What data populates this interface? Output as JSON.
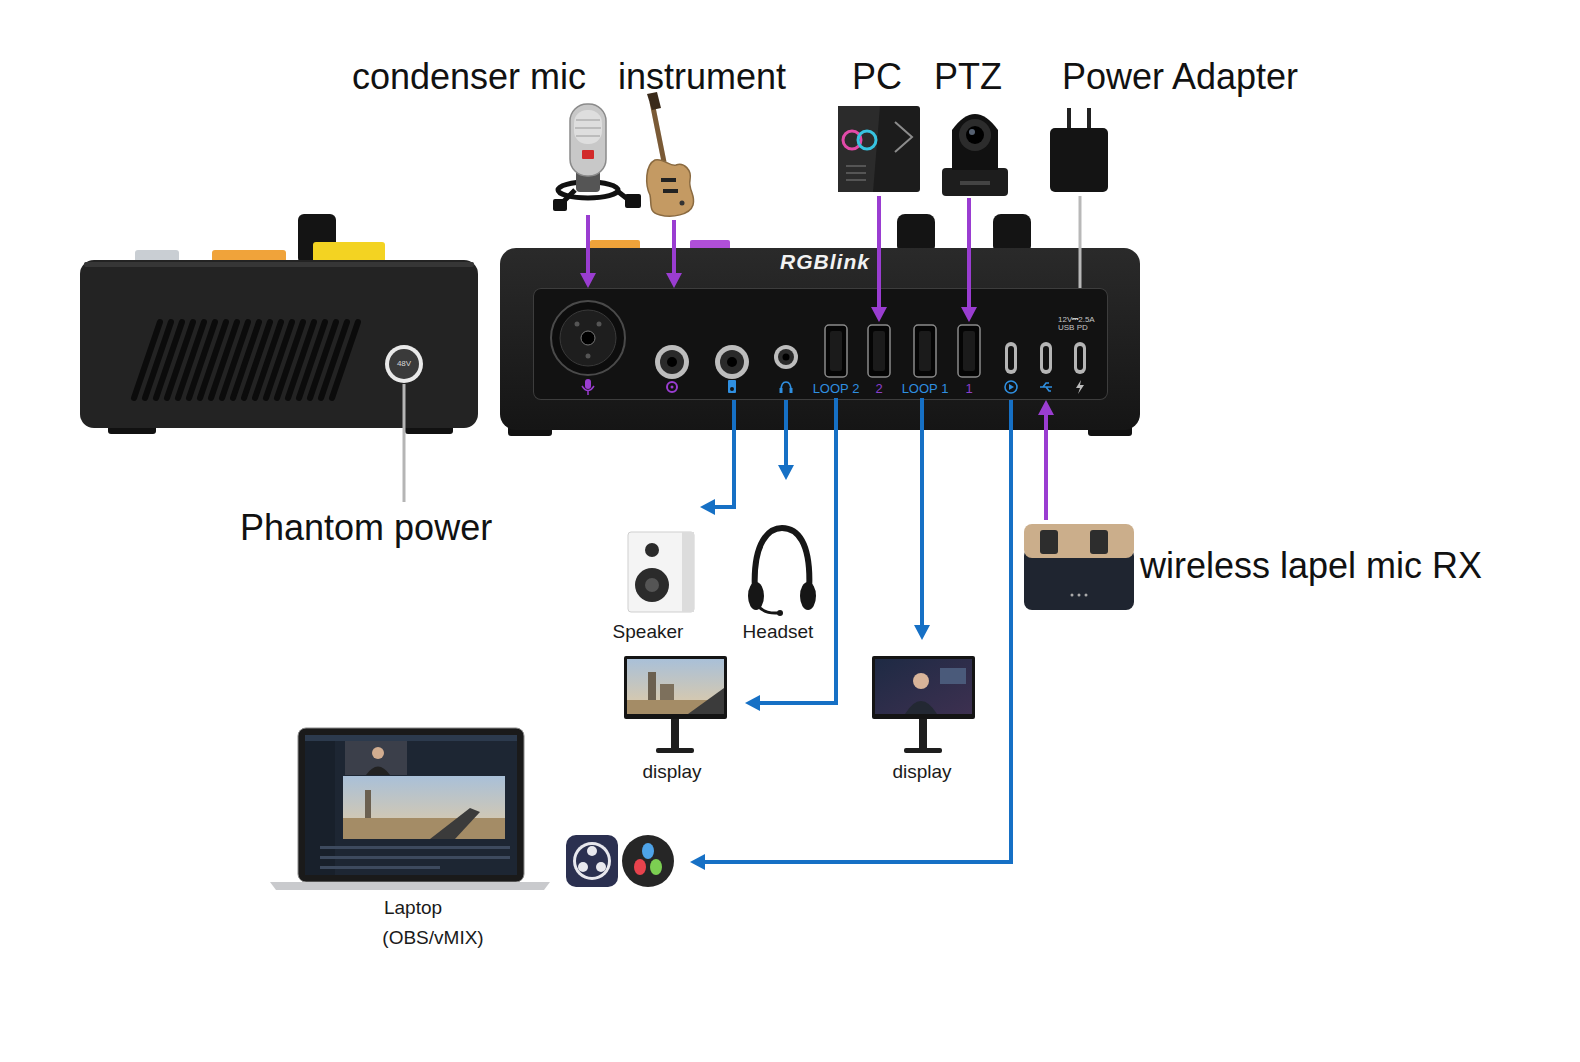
{
  "diagram": {
    "nodes": [
      {
        "text": [
          "condenser mic"
        ]
      },
      {
        "text": [
          "instrument"
        ]
      },
      {
        "text": [
          "PC"
        ]
      },
      {
        "text": [
          "PTZ"
        ]
      },
      {
        "text": [
          "Power Adapter"
        ]
      },
      {
        "text": [
          "RGBlink"
        ]
      },
      {
        "text": [
          "12V⎓2.5A USB PD"
        ],
        "in": 5
      },
      {
        "text": [
          "LOOP 2"
        ],
        "in": 6
      },
      {
        "text": [
          "2"
        ],
        "in": 6
      },
      {
        "text": [
          "LOOP 1"
        ],
        "in": 6
      },
      {
        "text": [
          "1"
        ],
        "in": 6
      },
      {
        "text": [
          "Speaker"
        ]
      },
      {
        "text": [
          "Headset"
        ]
      },
      {
        "text": [
          "display"
        ]
      },
      {
        "text": [
          "display"
        ]
      },
      {
        "text": [
          "Laptop",
          "(OBS/vMIX)"
        ]
      },
      {
        "text": [
          "wireless lapel mic RX"
        ]
      }
    ],
    "edges": [
      {
        "from": 0,
        "to": 6,
        "arrow": "to"
      },
      {
        "from": 1,
        "to": 6,
        "arrow": "to"
      },
      {
        "from": 2,
        "to": 8,
        "arrow": "to"
      },
      {
        "from": 3,
        "to": 10,
        "arrow": "to"
      },
      {
        "from": 4,
        "to": 6,
        "arrow": "none"
      },
      {
        "from": 6,
        "to": 11,
        "arrow": "to"
      },
      {
        "from": 6,
        "to": 12,
        "arrow": "to"
      },
      {
        "from": 7,
        "to": 13,
        "arrow": "to"
      },
      {
        "from": 9,
        "to": 14,
        "arrow": "to"
      },
      {
        "from": 6,
        "to": 15,
        "arrow": "to"
      },
      {
        "from": 16,
        "to": 6,
        "arrow": "to"
      }
    ],
    "labels": [
      "48V",
      "Phantom power"
    ]
  }
}
